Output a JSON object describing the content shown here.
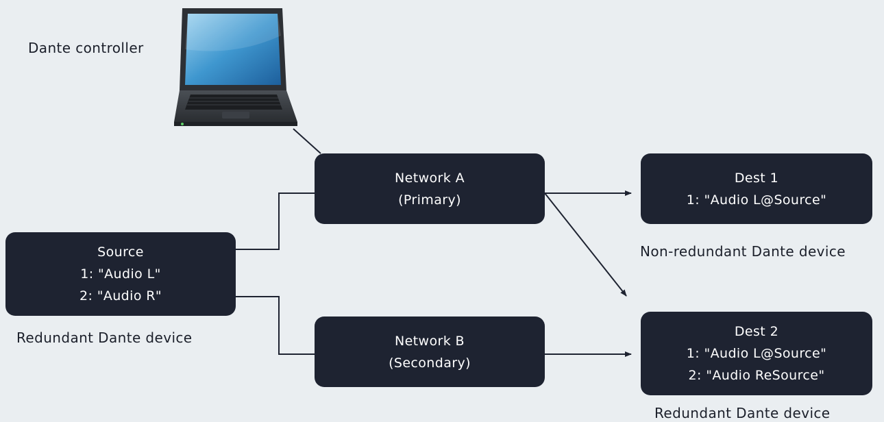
{
  "controller": {
    "label": "Dante controller",
    "icon": "laptop-icon"
  },
  "source": {
    "title": "Source",
    "ch1": "1: \"Audio L\"",
    "ch2": "2: \"Audio R\"",
    "caption": "Redundant Dante device"
  },
  "network_a": {
    "line1": "Network A",
    "line2": "(Primary)"
  },
  "network_b": {
    "line1": "Network B",
    "line2": "(Secondary)"
  },
  "dest1": {
    "title": "Dest 1",
    "ch1": "1: \"Audio L@Source\"",
    "caption": "Non-redundant Dante device"
  },
  "dest2": {
    "title": "Dest 2",
    "ch1": "1: \"Audio L@Source\"",
    "ch2": "2: \"Audio ReSource\"",
    "caption": "Redundant Dante device"
  },
  "colors": {
    "background": "#eaeef1",
    "box": "#1e2331",
    "box_text": "#ffffff",
    "wire": "#1e2331"
  }
}
